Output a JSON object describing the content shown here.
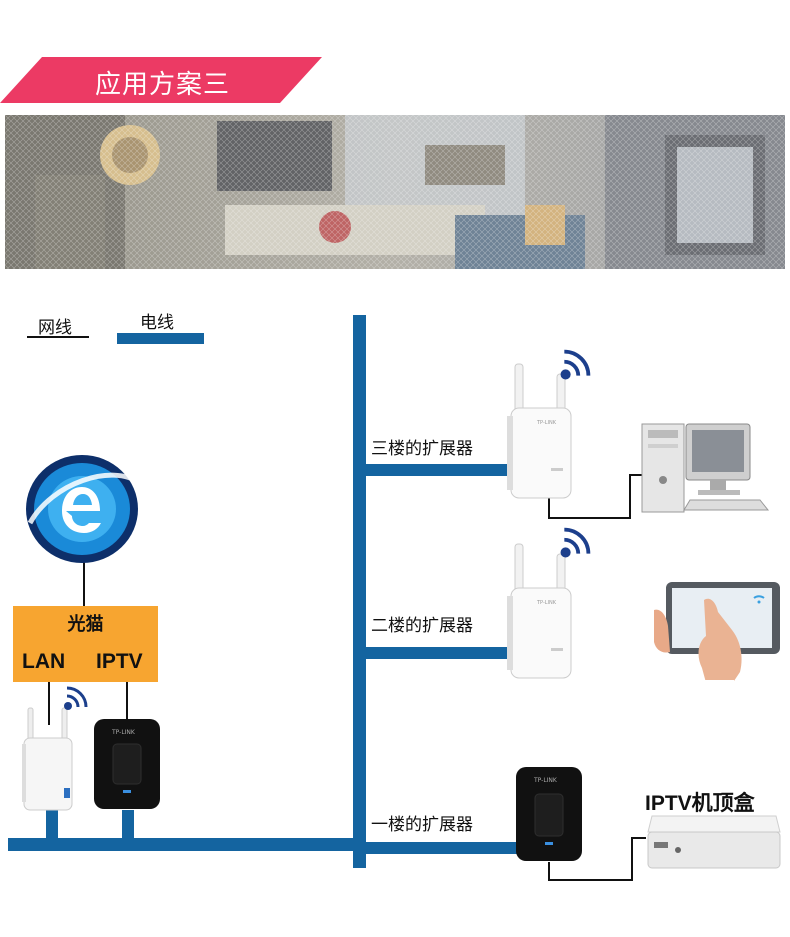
{
  "banner": {
    "title": "应用方案三"
  },
  "legend": {
    "network_cable": "网线",
    "power_line": "电线"
  },
  "colors": {
    "banner": "#ec3a64",
    "power_line": "#1464a0",
    "modem": "#f7a530",
    "wifi": "#1c3f8c"
  },
  "modem": {
    "title": "光猫",
    "port_lan": "LAN",
    "port_iptv": "IPTV"
  },
  "floors": {
    "third": "三楼的扩展器",
    "second": "二楼的扩展器",
    "first": "一楼的扩展器"
  },
  "devices": {
    "set_top_box": "IPTV机顶盒",
    "internet_icon": "internet-explorer-icon",
    "brand": "TP-LINK"
  }
}
